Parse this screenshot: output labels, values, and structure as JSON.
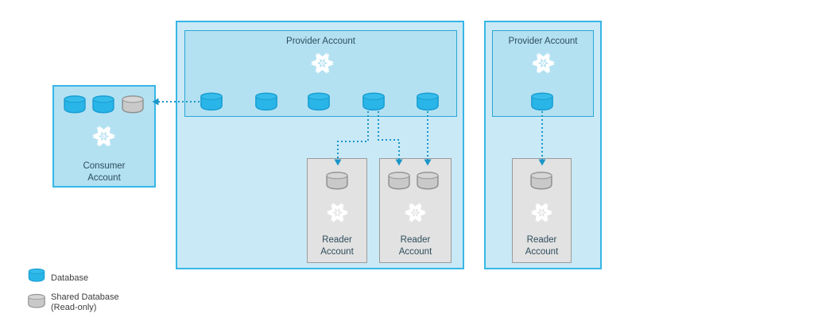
{
  "boxes": {
    "consumer": {
      "label": "Consumer\nAccount"
    },
    "provider_mid": {
      "label": "Provider Account"
    },
    "provider_right": {
      "label": "Provider Account"
    },
    "reader1": {
      "label": "Reader\nAccount"
    },
    "reader2": {
      "label": "Reader\nAccount"
    },
    "reader3": {
      "label": "Reader\nAccount"
    }
  },
  "legend": {
    "database": {
      "label": "Database"
    },
    "shared_database": {
      "label": "Shared Database\n(Read-only)"
    }
  },
  "icons": {
    "snowflake": "snowflake-logo",
    "database_blue": "database-cylinder-blue",
    "database_gray": "shared-database-cylinder-gray"
  },
  "colors": {
    "container_fill": "#c9e9f6",
    "inner_fill": "#b3e1f2",
    "reader_fill": "#e2e2e2",
    "border_cyan": "#38b6e6",
    "database_blue": "#29b5e8",
    "database_gray": "#c9c9c9",
    "arrow": "#1a96c8",
    "label_text": "#2e4d5c"
  }
}
